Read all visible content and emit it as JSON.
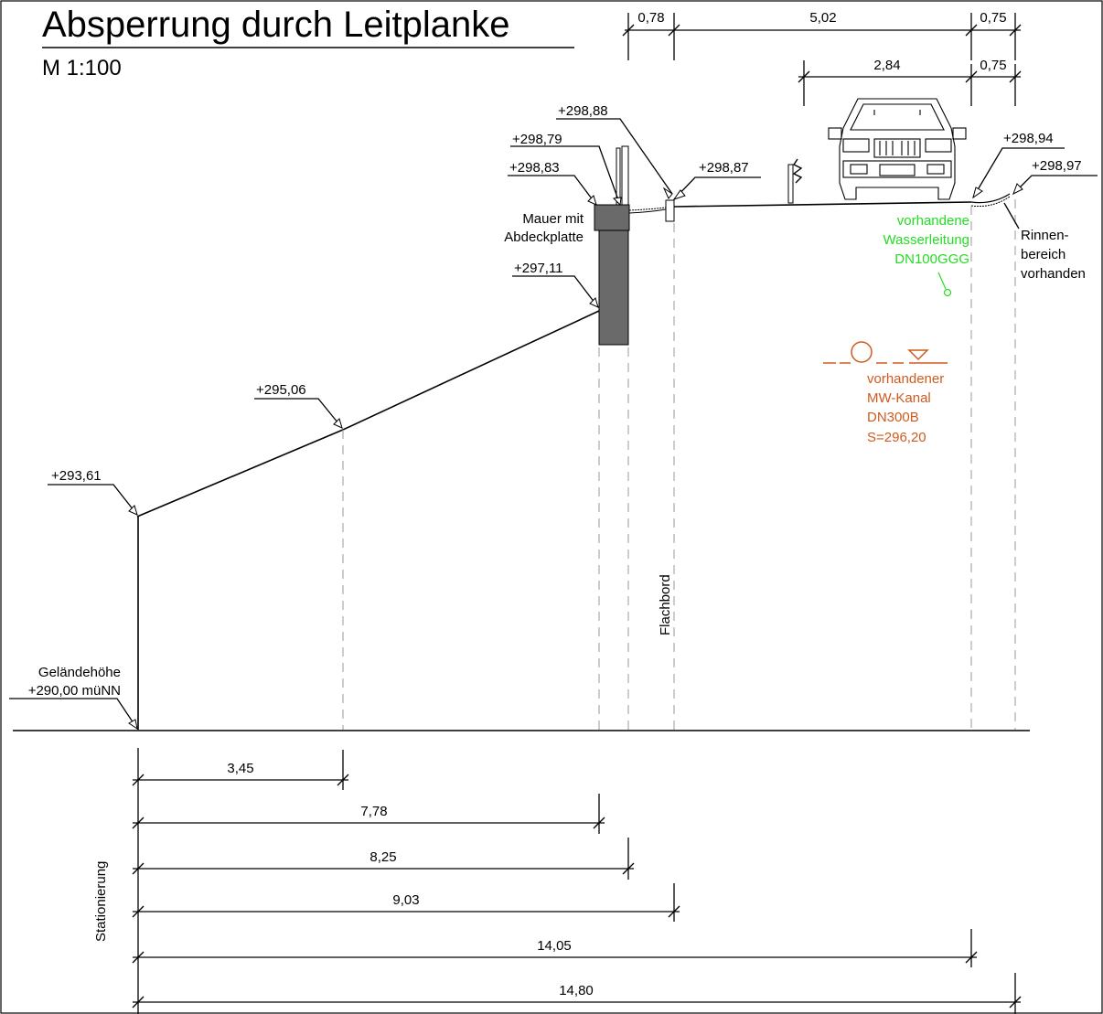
{
  "title": "Absperrung durch Leitplanke",
  "scale": "M 1:100",
  "top_dimensions": {
    "row1": [
      "0,78",
      "5,02",
      "0,75"
    ],
    "row2": [
      "2,84",
      "0,75"
    ]
  },
  "elevations": {
    "e1": "+298,88",
    "e2": "+298,79",
    "e3": "+298,83",
    "e4": "+298,87",
    "e5": "+298,94",
    "e6": "+298,97",
    "e7": "+297,11",
    "e8": "+295,06",
    "e9": "+293,61"
  },
  "labels": {
    "wall_line1": "Mauer mit",
    "wall_line2": "Abdeckplatte",
    "gutter_line1": "Rinnen-",
    "gutter_line2": "bereich",
    "gutter_line3": "vorhanden",
    "flachbord": "Flachbord",
    "ground_line1": "Geländehöhe",
    "ground_line2": "+290,00 müNN",
    "stationierung": "Stationierung"
  },
  "water": {
    "line1": "vorhandene",
    "line2": "Wasserleitung",
    "line3": "DN100GGG"
  },
  "sewer": {
    "line1": "vorhandener",
    "line2": "MW-Kanal",
    "line3": "DN300B",
    "line4": "S=296,20"
  },
  "stations": [
    "3,45",
    "7,78",
    "8,25",
    "9,03",
    "14,05",
    "14,80"
  ],
  "colors": {
    "water": "#22dd22",
    "sewer": "#d05a1e",
    "wall": "#666666"
  }
}
